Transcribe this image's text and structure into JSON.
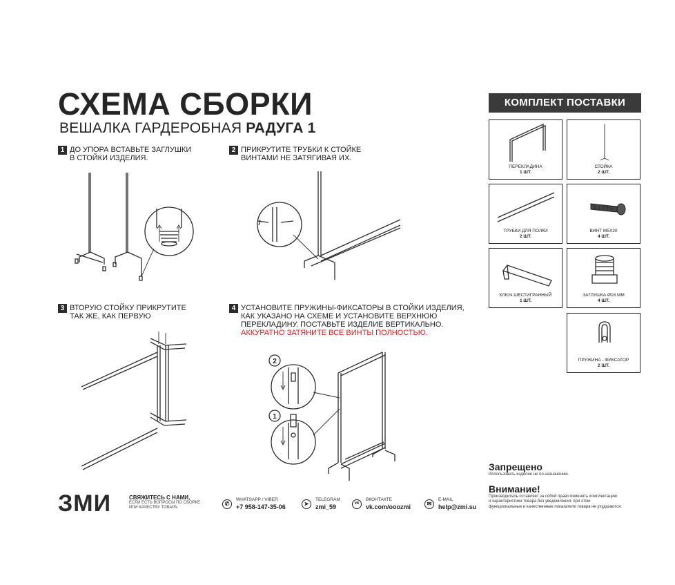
{
  "header": {
    "title": "СХЕМА СБОРКИ",
    "subtitle_prefix": "ВЕШАЛКА ГАРДЕРОБНАЯ",
    "subtitle_model": "РАДУГА 1"
  },
  "steps": [
    {
      "num": "1",
      "lines": [
        "ДО УПОРА ВСТАВЬТЕ ЗАГЛУШКИ",
        "В СТОЙКИ ИЗДЕЛИЯ."
      ]
    },
    {
      "num": "2",
      "lines": [
        "ПРИКРУТИТЕ ТРУБКИ К СТОЙКЕ",
        "ВИНТАМИ НЕ ЗАТЯГИВАЯ ИХ."
      ]
    },
    {
      "num": "3",
      "lines": [
        "ВТОРУЮ СТОЙКУ ПРИКРУТИТЕ",
        "ТАК ЖЕ, КАК ПЕРВУЮ"
      ]
    },
    {
      "num": "4",
      "lines": [
        "УСТАНОВИТЕ ПРУЖИНЫ-ФИКСАТОРЫ В СТОЙКИ ИЗДЕЛИЯ,",
        "КАК УКАЗАНО НА СХЕМЕ И УСТАНОВИТЕ ВЕРХНЮЮ",
        "ПЕРЕКЛАДИНУ. ПОСТАВЬТЕ ИЗДЕЛИЕ ВЕРТИКАЛЬНО."
      ],
      "warning": "АККУРАТНО ЗАТЯНИТЕ ВСЕ ВИНТЫ ПОЛНОСТЬЮ."
    }
  ],
  "step4_callouts": [
    "2",
    "1"
  ],
  "kit": {
    "header": "КОМПЛЕКТ ПОСТАВКИ",
    "items": [
      {
        "name": "ПЕРЕКЛАДИНА",
        "qty": "1 шт.",
        "icon": "crossbar-icon"
      },
      {
        "name": "СТОЙКА",
        "qty": "2 шт.",
        "icon": "stand-icon"
      },
      {
        "name": "ТРУБКИ ДЛЯ ПОЛКИ",
        "qty": "2 шт.",
        "icon": "shelf-tubes-icon"
      },
      {
        "name": "ВИНТ М5х20",
        "qty": "4 шт.",
        "icon": "screw-icon"
      },
      {
        "name": "КЛЮЧ ШЕСТИГРАННЫЙ",
        "qty": "1 шт.",
        "icon": "hex-key-icon"
      },
      {
        "name": "ЗАГЛУШКА Ø18 мм",
        "qty": "4 шт.",
        "icon": "plug-icon"
      },
      {
        "name": "ПРУЖИНА - ФИКСАТОР",
        "qty": "2 шт.",
        "icon": "spring-clip-icon"
      }
    ]
  },
  "warnings": {
    "forbidden_title": "Запрещено",
    "forbidden_text": "Использовать изделие не по назначению.",
    "attention_title": "Внимание!",
    "attention_lines": [
      "Производитель оставляет за собой право изменять комплектацию",
      "и характеристики товара без уведомления, при этом",
      "функциональные и качественные показатели товара не ухудшаются."
    ]
  },
  "footer": {
    "logo": "ЗМИ",
    "contact_head": "СВЯЖИТЕСЬ С НАМИ,",
    "contact_sub": [
      "ЕСЛИ ЕСТЬ ВОПРОСЫ ПО СБОРКЕ",
      "ИЛИ КАЧЕСТВУ ТОВАРА."
    ],
    "contacts": [
      {
        "label": "WHATSAPP / VIBER",
        "value": "+7 958-147-35-06",
        "icon": "whatsapp-icon",
        "glyph": "✆"
      },
      {
        "label": "TELEGRAM",
        "value": "zmi_59",
        "icon": "telegram-icon",
        "glyph": "➤"
      },
      {
        "label": "ВКОНТАКТЕ",
        "value": "vk.com/ooozmi",
        "icon": "vk-icon",
        "glyph": "vk"
      },
      {
        "label": "E-MAIL",
        "value": "help@zmi.su",
        "icon": "email-icon",
        "glyph": "✉"
      }
    ]
  }
}
